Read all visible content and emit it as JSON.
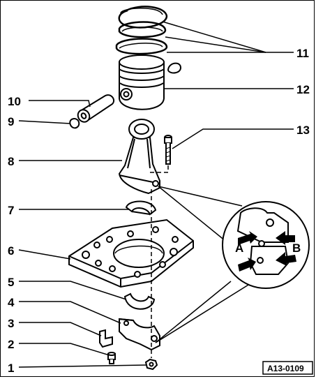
{
  "callouts": {
    "c1": "1",
    "c2": "2",
    "c3": "3",
    "c4": "4",
    "c5": "5",
    "c6": "6",
    "c7": "7",
    "c8": "8",
    "c9": "9",
    "c10": "10",
    "c11": "11",
    "c12": "12",
    "c13": "13"
  },
  "detail": {
    "label_a": "A",
    "label_b": "B"
  },
  "reference": "A13-0109"
}
